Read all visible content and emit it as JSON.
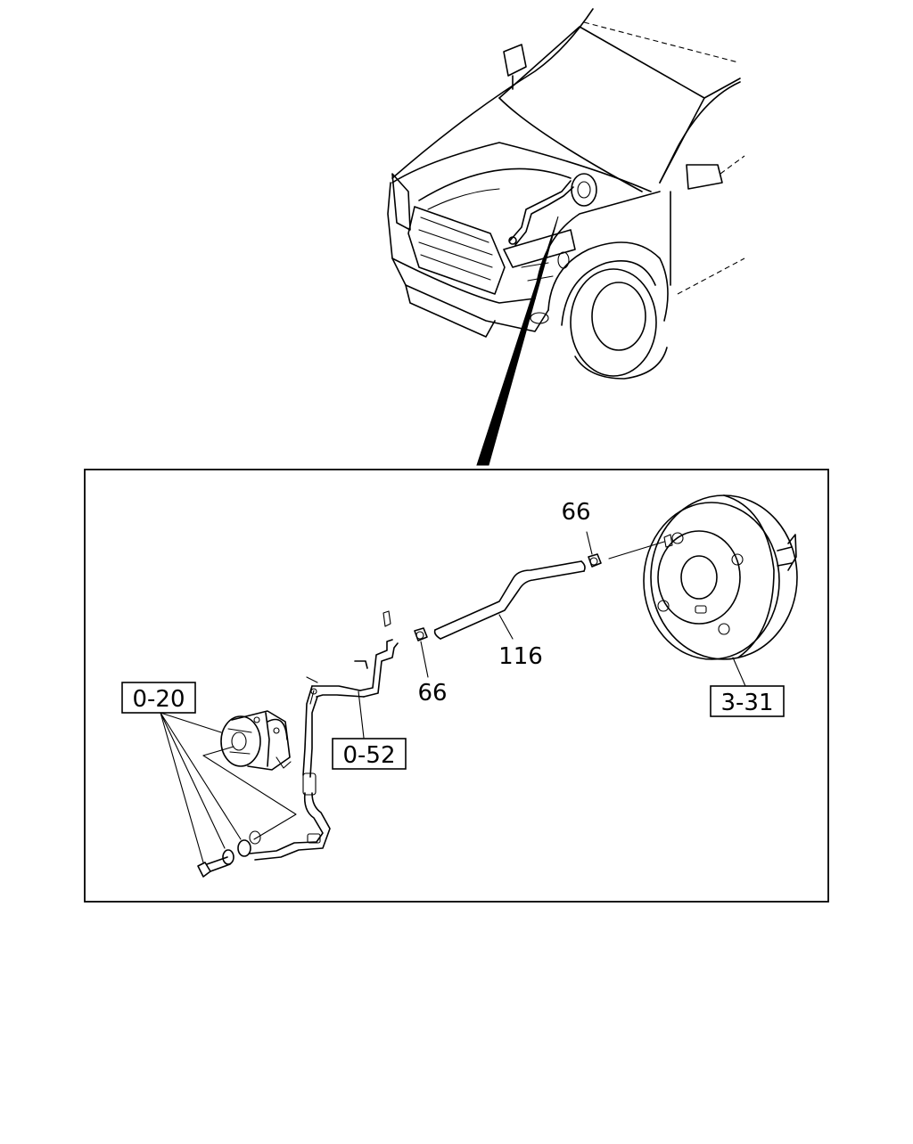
{
  "callouts": {
    "clip_upper": "66",
    "clip_lower": "66",
    "hose": "116",
    "booster": "3-31",
    "pump": "0-20",
    "pipe": "0-52"
  }
}
